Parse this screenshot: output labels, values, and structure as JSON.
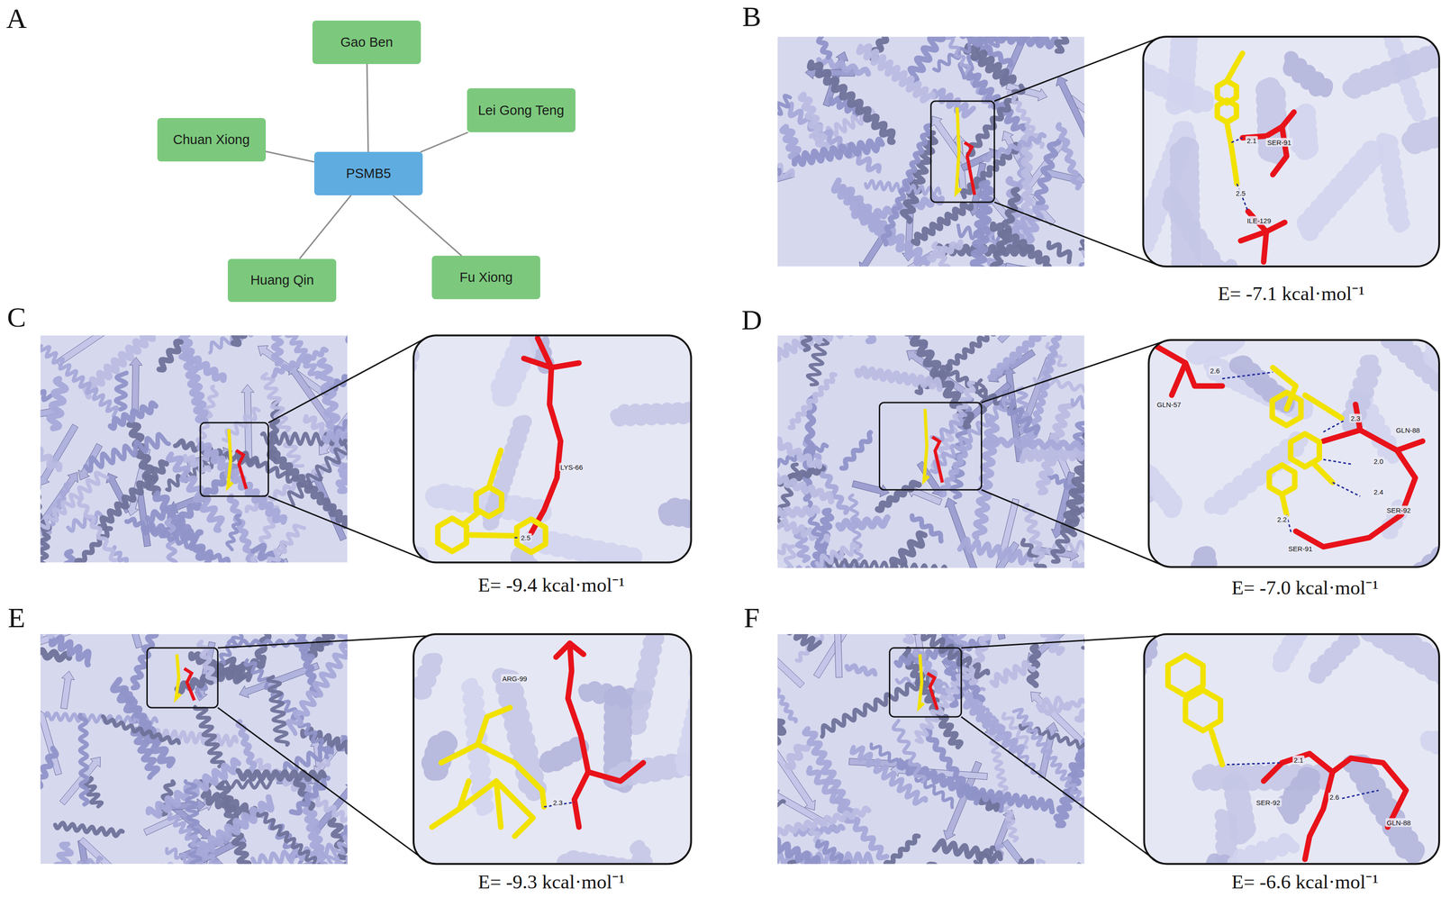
{
  "diagram": {
    "nodes": [
      {
        "text": [
          "Gao Ben"
        ]
      },
      {
        "text": [
          "Lei Gong Teng"
        ]
      },
      {
        "text": [
          "Chuan Xiong"
        ]
      },
      {
        "text": [
          "PSMB5"
        ]
      },
      {
        "text": [
          "Fu Xiong"
        ]
      },
      {
        "text": [
          "Huang Qin"
        ]
      }
    ],
    "edges": [
      {
        "from": 3,
        "to": 0,
        "arrow": "none"
      },
      {
        "from": 3,
        "to": 1,
        "arrow": "none"
      },
      {
        "from": 3,
        "to": 2,
        "arrow": "none"
      },
      {
        "from": 3,
        "to": 4,
        "arrow": "none"
      },
      {
        "from": 3,
        "to": 5,
        "arrow": "none"
      }
    ],
    "labels": [
      "A",
      "B",
      "C",
      "D",
      "E",
      "F",
      "E= -7.1 kcal·mol⁻¹",
      "E= -9.4 kcal·mol⁻¹",
      "E= -7.0 kcal·mol⁻¹",
      "E= -9.3 kcal·mol⁻¹",
      "E= -6.6 kcal·mol⁻¹",
      "2.1",
      "SER-91",
      "2.5",
      "ILE-129",
      "LYS-66",
      "2.5",
      "GLN-57",
      "2.6",
      "2.3",
      "GLN-88",
      "2.0",
      "2.4",
      "SER-92",
      "2.2",
      "SER-91",
      "ARG-99",
      "2.3",
      "2.1",
      "SER-92",
      "2.6",
      "GLN-88"
    ]
  }
}
